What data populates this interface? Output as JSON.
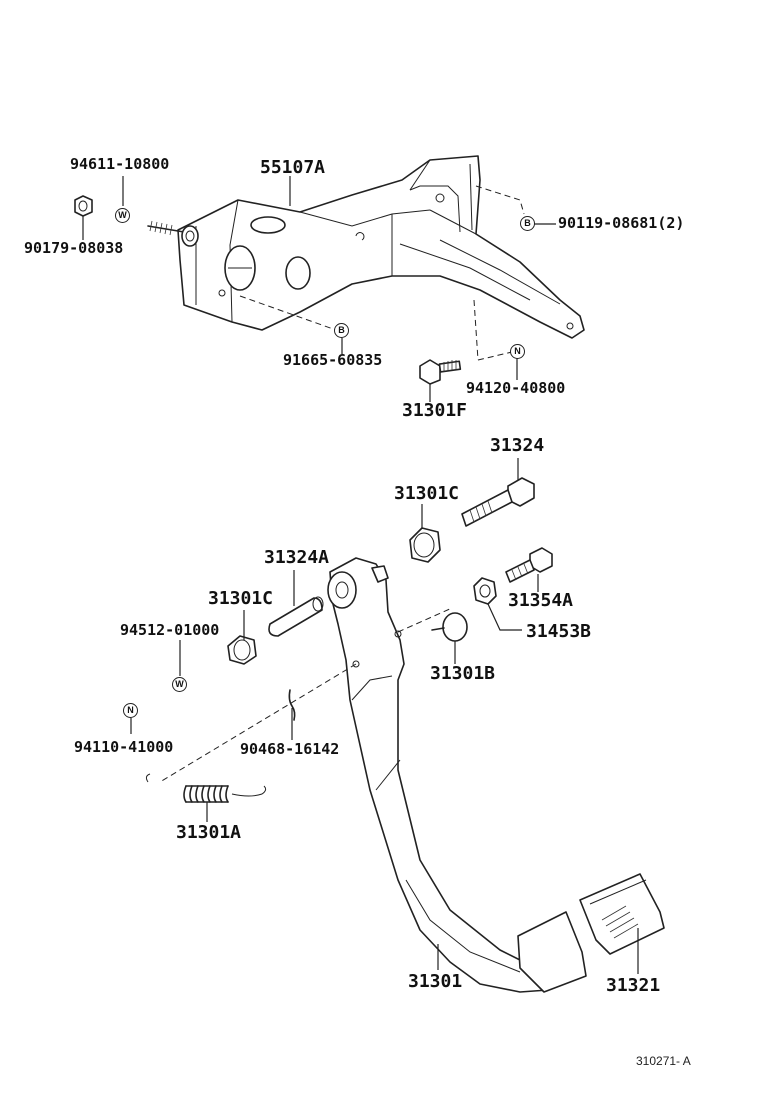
{
  "labels": {
    "p55107A": "55107A",
    "p94611": "94611-10800",
    "p90179": "90179-08038",
    "p90119": "90119-08681(2)",
    "p91665": "91665-60835",
    "p94120": "94120-40800",
    "p31301F": "31301F",
    "p31324": "31324",
    "p31301C_top": "31301C",
    "p31324A": "31324A",
    "p31354A": "31354A",
    "p31301C_left": "31301C",
    "p94512": "94512-01000",
    "p31453B": "31453B",
    "p31301B": "31301B",
    "p94110": "94110-41000",
    "p90468": "90468-16142",
    "p31301A": "31301A",
    "p31301": "31301",
    "p31321": "31321"
  },
  "symbols": {
    "w1": "W",
    "b1": "B",
    "b2": "B",
    "n1": "N",
    "w2": "W",
    "n2": "N"
  },
  "reference": "310271- A"
}
